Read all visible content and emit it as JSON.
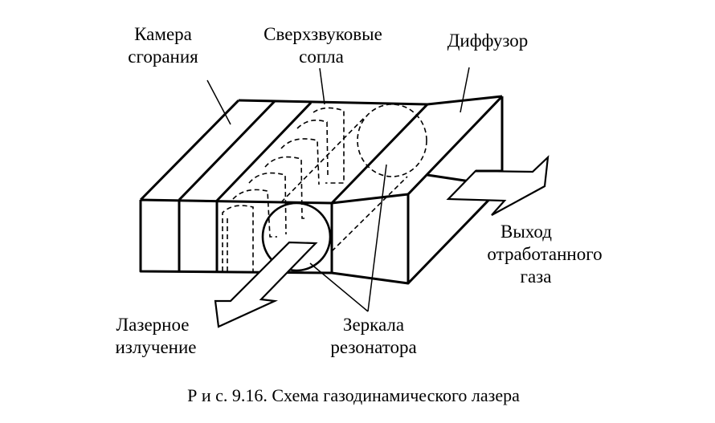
{
  "labels": {
    "combustion_chamber": [
      "Камера",
      "сгорания"
    ],
    "nozzles": [
      "Сверхзвуковые",
      "сопла"
    ],
    "diffuser": "Диффузор",
    "exhaust": [
      "Выход",
      "отработанного",
      "газа"
    ],
    "laser_output": [
      "Лазерное",
      "излучение"
    ],
    "mirrors": [
      "Зеркала",
      "резонатора"
    ]
  },
  "caption": "Р и с. 9.16. Схема газодинамического лазера"
}
